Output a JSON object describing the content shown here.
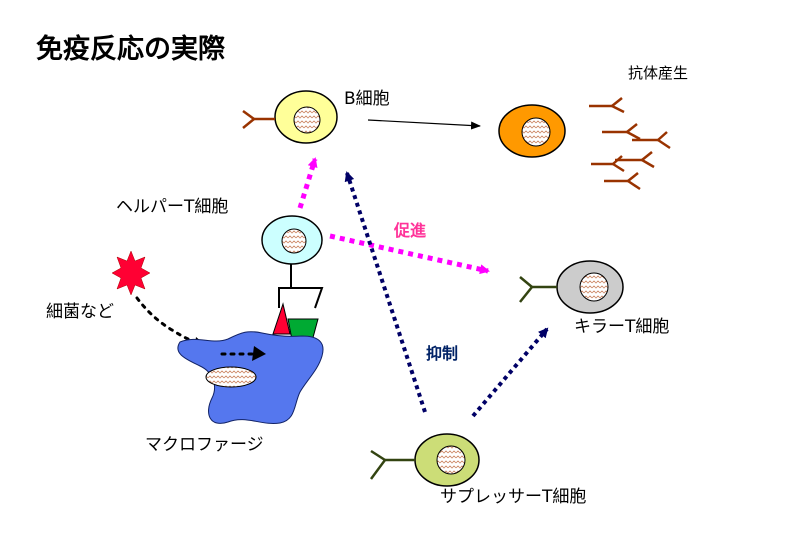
{
  "title": "免疫反応の実際",
  "labels": {
    "b_cell": "B細胞",
    "antibody": "抗体産生",
    "helper_t": "ヘルパーT細胞",
    "promote": "促進",
    "bacteria": "細菌など",
    "killer_t": "キラーT細胞",
    "suppress": "抑制",
    "macrophage": "マクロファージ",
    "suppressor_t": "サプレッサーT細胞"
  },
  "colors": {
    "b_cell": "#ffff99",
    "plasma_cell": "#ff9900",
    "helper_t": "#ccffff",
    "suppressor_t": "#ccdd77",
    "killer_t": "#cccccc",
    "macrophage": "#5577ee",
    "bacteria": "#ff0033",
    "antibody": "#993300",
    "receptor": "#334411",
    "promote_arrow": "#ff00ff",
    "suppress_arrow": "#000066"
  }
}
